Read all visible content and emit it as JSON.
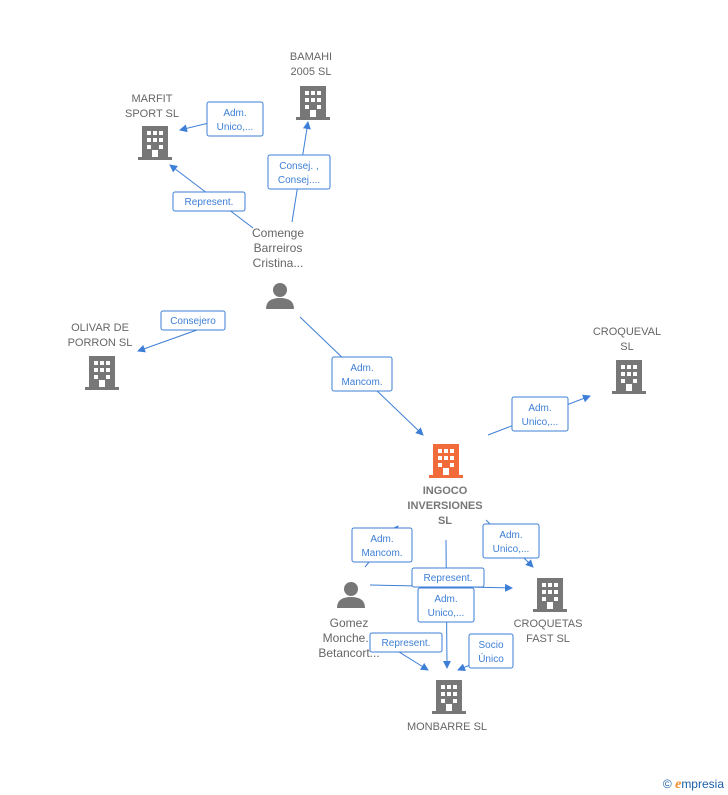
{
  "colors": {
    "accent": "#3d7fd6",
    "building": "#777777",
    "highlight": "#f26b3a",
    "text": "#666666"
  },
  "nodes": {
    "bamahi": [
      "BAMAHI",
      "2005 SL"
    ],
    "marfit": [
      "MARFIT",
      "SPORT SL"
    ],
    "olivar": [
      "OLIVAR DE",
      "PORRON  SL"
    ],
    "croqueval": [
      "CROQUEVAL",
      "SL"
    ],
    "ingoco": [
      "INGOCO",
      "INVERSIONES",
      "SL"
    ],
    "croquetas": [
      "CROQUETAS",
      "FAST  SL"
    ],
    "monbarre": [
      "MONBARRE SL"
    ],
    "comenge": [
      "Comenge",
      "Barreiros",
      "Cristina..."
    ],
    "gomez": [
      "Gomez",
      "Monche...",
      "Betancort..."
    ]
  },
  "edges": {
    "adm_unico_bamahi": [
      "Adm.",
      "Unico,..."
    ],
    "consej": [
      "Consej. ,",
      "Consej...."
    ],
    "represent_marfit": [
      "Represent."
    ],
    "consejero": [
      "Consejero"
    ],
    "adm_mancom_ingoco": [
      "Adm.",
      "Mancom."
    ],
    "adm_unico_croqueval": [
      "Adm.",
      "Unico,..."
    ],
    "adm_mancom_gomez": [
      "Adm.",
      "Mancom."
    ],
    "adm_unico_croquetas": [
      "Adm.",
      "Unico,..."
    ],
    "represent_croquetas": [
      "Represent."
    ],
    "adm_unico_monbarre": [
      "Adm.",
      "Unico,..."
    ],
    "represent_monbarre": [
      "Represent."
    ],
    "socio_unico": [
      "Socio",
      "Único"
    ]
  },
  "footer": {
    "copyright": "©",
    "brand_initial": "e",
    "brand_rest": "mpresia"
  }
}
